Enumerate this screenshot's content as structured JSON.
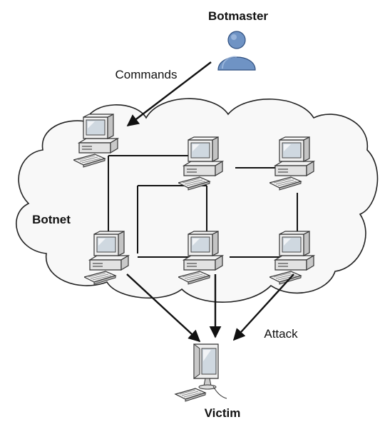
{
  "labels": {
    "botmaster": "Botmaster",
    "commands": "Commands",
    "botnet": "Botnet",
    "attack": "Attack",
    "victim": "Victim"
  },
  "colors": {
    "cloud_fill": "#f8f8f8",
    "cloud_stroke": "#222222",
    "link_stroke": "#111111",
    "person_fill": "#6f93c4",
    "person_shade": "#3f6aa3",
    "pc_fill": "#e8e8e8",
    "pc_screen": "#cfd8e0"
  },
  "icons": {
    "botmaster": "person-icon",
    "bots": "computer-icon",
    "victim": "computer-icon"
  }
}
